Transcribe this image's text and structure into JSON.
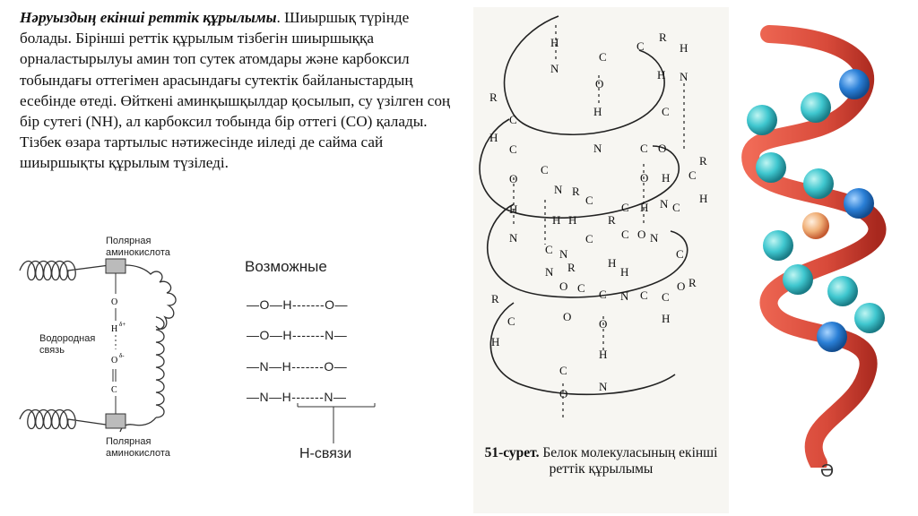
{
  "text": {
    "lead": "Нәруыздың екінші реттік құрылымы",
    "body": ". Шиыршық түрінде болады. Бірінші реттік құрылым тізбегін шиыршыққа орналастырылуы амин топ сутек атомдары және карбоксил тобындағы оттегімен арасындағы сутектік байланыстардың есебінде өтеді. Өйткені аминқышқылдар қосылып, су үзілген соң бір сутегі (NH), ал карбоксил тобында бір оттегі (CO) қалады. Тізбек өзара тартылыс нәтижесінде иіледі де сайма сай шиыршықты құрылым түзіледі."
  },
  "left_diagram": {
    "polar_top_1": "Полярная",
    "polar_top_2": "аминокислота",
    "hbond_1": "Водородная",
    "hbond_2": "связь",
    "polar_bottom_1": "Полярная",
    "polar_bottom_2": "аминокислота",
    "atom_o_top": "O",
    "atom_h": "H",
    "atom_h_charge": "δ+",
    "atom_o_bottom": "O",
    "atom_o_charge": "δ-",
    "atom_c": "C"
  },
  "hbond_table": {
    "title": "Возможные",
    "rows": [
      "—O—H-------O—",
      "—O—H-------N—",
      "—N—H-------O—",
      "—N—H-------N—"
    ],
    "footer": "H-связи"
  },
  "figure": {
    "caption_bold": "51-сурет.",
    "caption_rest": " Белок молекуласының екінші реттік құрылымы"
  },
  "helix_letter": "Ә",
  "colors": {
    "ribbon": "#d84a3a",
    "sphere_teal": "#3fc7cf",
    "sphere_blue": "#2a7fd6"
  }
}
